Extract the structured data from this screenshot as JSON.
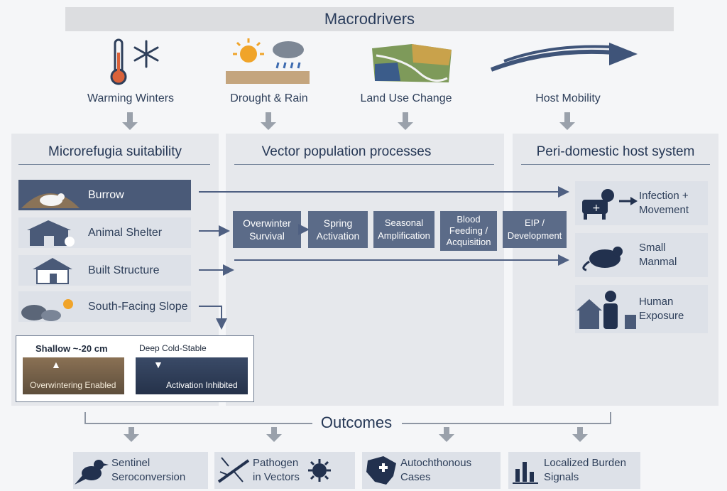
{
  "title": "Macrodrivers",
  "drivers": [
    {
      "label": "Warming Winters",
      "icon": "thermometer-snowflake-icon"
    },
    {
      "label": "Drought & Rain",
      "icon": "sun-rain-icon"
    },
    {
      "label": "Land Use Change",
      "icon": "map-icon"
    },
    {
      "label": "Host Mobility",
      "icon": "motion-arrows-icon"
    }
  ],
  "panels": {
    "microrefugia": {
      "title": "Microrefugia suitability",
      "items": [
        "Burrow",
        "Animal Shelter",
        "Built Structure",
        "South-Facing Slope"
      ],
      "inset": {
        "shallow_title": "Shallow ~-20 cm",
        "shallow_caption": "Overwintering Enabled",
        "deep_title": "Deep Cold-Stable",
        "deep_caption": "Activation Inhibited"
      }
    },
    "vector": {
      "title": "Vector population processes",
      "steps": [
        [
          "Overwinter",
          "Survival"
        ],
        [
          "Spring",
          "Activation"
        ],
        [
          "Seasonal",
          "Amplification"
        ],
        [
          "Blood",
          "Feeding /",
          "Acquisition"
        ],
        [
          "EIP /",
          "Development"
        ]
      ]
    },
    "host": {
      "title": "Peri-domestic host system",
      "items": [
        [
          "Infection +",
          "Movement"
        ],
        [
          "Small",
          "Manmal"
        ],
        [
          "Human",
          "Exposure"
        ]
      ]
    }
  },
  "outcomes": {
    "title": "Outcomes",
    "items": [
      [
        "Sentinel",
        "Seroconversion"
      ],
      [
        "Pathogen",
        "in Vectors"
      ],
      [
        "Autochthonous",
        "Cases"
      ],
      [
        "Localized Burden",
        "Signals"
      ]
    ]
  },
  "colors": {
    "dark_box": "#4a5a78",
    "process": "#5b6b88",
    "arrow": "#4f6082",
    "light_box": "#dde1e8"
  }
}
